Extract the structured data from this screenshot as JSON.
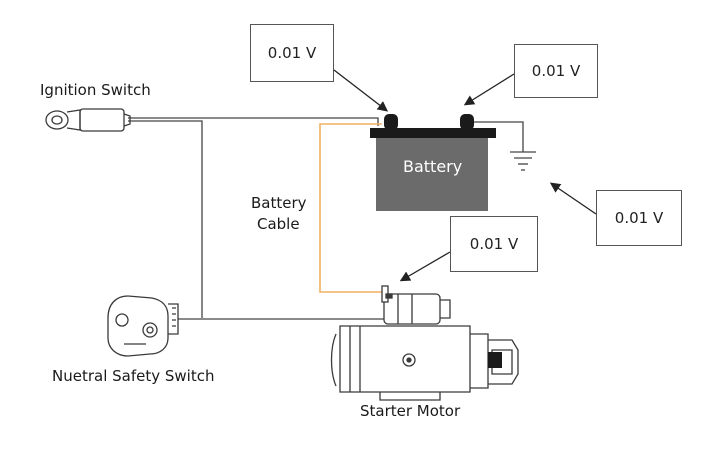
{
  "labels": {
    "ignition_switch": "Ignition Switch",
    "battery": "Battery",
    "battery_cable_line1": "Battery",
    "battery_cable_line2": "Cable",
    "neutral_safety_switch": "Nuetral Safety Switch",
    "starter_motor": "Starter Motor"
  },
  "readings": [
    {
      "id": "battery-negative-terminal",
      "value": "0.01 V"
    },
    {
      "id": "battery-positive-terminal",
      "value": "0.01 V"
    },
    {
      "id": "ground",
      "value": "0.01 V"
    },
    {
      "id": "starter-terminal",
      "value": "0.01 V"
    }
  ],
  "colors": {
    "battery_body": "#6b6b6b",
    "battery_top": "#1a1a1a",
    "battery_cable": "#f0b060",
    "wire": "#444444",
    "component_line": "#3a3a3a"
  }
}
